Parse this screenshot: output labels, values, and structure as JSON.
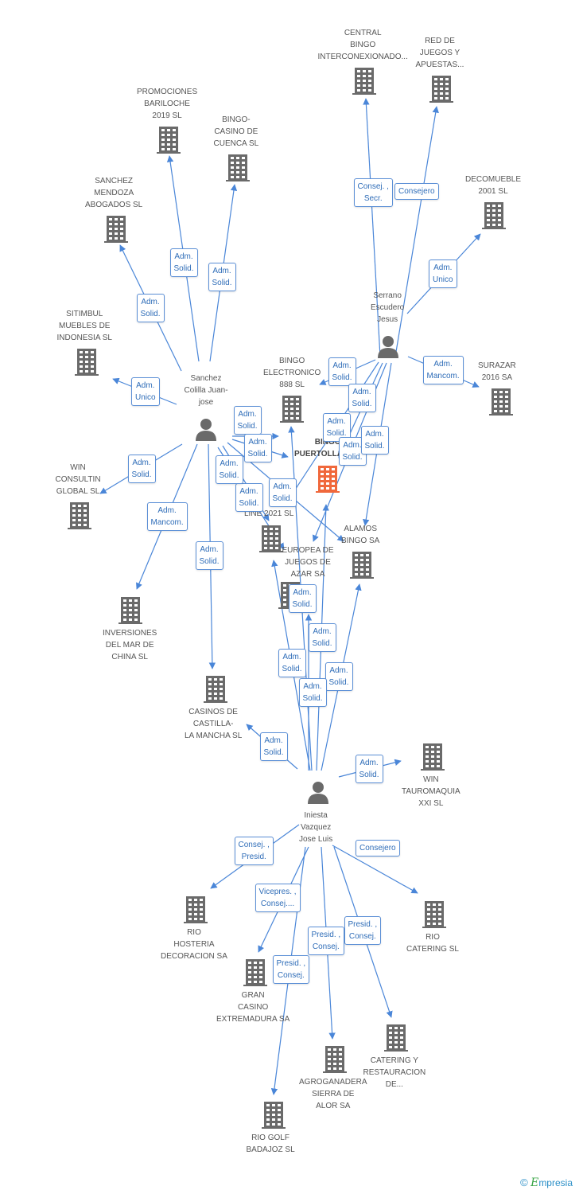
{
  "nodes": [
    {
      "id": "center",
      "type": "company",
      "label": "BINGO\nPUERTOLLANO...",
      "highlight": true
    },
    {
      "id": "sanchez",
      "type": "person",
      "label": "Sanchez\nColilla Juan-\njose"
    },
    {
      "id": "serrano",
      "type": "person",
      "label": "Serrano\nEscudero\nJesus"
    },
    {
      "id": "iniesta",
      "type": "person",
      "label": "Iniesta\nVazquez\nJose Luis"
    },
    {
      "id": "central_bingo",
      "type": "company",
      "label": "CENTRAL\nBINGO\nINTERCONEXIONADO..."
    },
    {
      "id": "red_juegos",
      "type": "company",
      "label": "RED DE\nJUEGOS Y\nAPUESTAS..."
    },
    {
      "id": "promociones",
      "type": "company",
      "label": "PROMOCIONES\nBARILOCHE\n2019 SL"
    },
    {
      "id": "bingo_cuenca",
      "type": "company",
      "label": "BINGO-\nCASINO DE\nCUENCA SL"
    },
    {
      "id": "decomueble",
      "type": "company",
      "label": "DECOMUEBLE\n2001 SL"
    },
    {
      "id": "sanchez_mendoza",
      "type": "company",
      "label": "SANCHEZ\nMENDOZA\nABOGADOS SL"
    },
    {
      "id": "sitimbul",
      "type": "company",
      "label": "SITIMBUL\nMUEBLES DE\nINDONESIA SL"
    },
    {
      "id": "bingo_electronico",
      "type": "company",
      "label": "BINGO\nELECTRONICO\n888 SL"
    },
    {
      "id": "surazar",
      "type": "company",
      "label": "SURAZAR\n2016 SA"
    },
    {
      "id": "win_consultin",
      "type": "company",
      "label": "WIN\nCONSULTIN\nGLOBAL SL"
    },
    {
      "id": "line_2021",
      "type": "company",
      "label": "LINE 2021 SL"
    },
    {
      "id": "alamos",
      "type": "company",
      "label": "ALAMOS\nBINGO SA"
    },
    {
      "id": "europea",
      "type": "company",
      "label": "EUROPEA DE\nJUEGOS DE\nAZAR SA"
    },
    {
      "id": "inversiones",
      "type": "company",
      "label": "INVERSIONES\nDEL MAR DE\nCHINA SL"
    },
    {
      "id": "casinos_castilla",
      "type": "company",
      "label": "CASINOS DE\nCASTILLA-\nLA MANCHA  SL"
    },
    {
      "id": "win_tauromaquia",
      "type": "company",
      "label": "WIN\nTAUROMAQUIA\nXXI SL"
    },
    {
      "id": "rio_hosteria",
      "type": "company",
      "label": "RIO\nHOSTERIA\nDECORACION SA"
    },
    {
      "id": "rio_catering",
      "type": "company",
      "label": "RIO\nCATERING SL"
    },
    {
      "id": "gran_casino",
      "type": "company",
      "label": "GRAN\nCASINO\nEXTREMADURA SA"
    },
    {
      "id": "catering_rest",
      "type": "company",
      "label": "CATERING Y\nRESTAURACION\nDE..."
    },
    {
      "id": "agroganadera",
      "type": "company",
      "label": "AGROGANADERA\nSIERRA DE\nALOR SA"
    },
    {
      "id": "rio_golf",
      "type": "company",
      "label": "RIO GOLF\nBADAJOZ SL"
    }
  ],
  "edges": [
    {
      "from": "serrano",
      "to": "central_bingo",
      "label": "Consej. ,\nSecr."
    },
    {
      "from": "serrano",
      "to": "red_juegos",
      "label": "Consejero"
    },
    {
      "from": "serrano",
      "to": "decomueble",
      "label": "Adm.\nUnico"
    },
    {
      "from": "serrano",
      "to": "surazar",
      "label": "Adm.\nMancom."
    },
    {
      "from": "serrano",
      "to": "bingo_electronico",
      "label": "Adm.\nSolid."
    },
    {
      "from": "serrano",
      "to": "line_2021",
      "label": "Adm.\nSolid."
    },
    {
      "from": "serrano",
      "to": "center",
      "label": "Adm.\nSolid."
    },
    {
      "from": "serrano",
      "to": "europea",
      "label": "Adm.\nSolid."
    },
    {
      "from": "serrano",
      "to": "alamos",
      "label": "Adm.\nSolid."
    },
    {
      "from": "sanchez",
      "to": "promociones",
      "label": "Adm.\nSolid."
    },
    {
      "from": "sanchez",
      "to": "bingo_cuenca",
      "label": "Adm.\nSolid."
    },
    {
      "from": "sanchez",
      "to": "sanchez_mendoza",
      "label": "Adm.\nSolid."
    },
    {
      "from": "sanchez",
      "to": "sitimbul",
      "label": "Adm.\nUnico"
    },
    {
      "from": "sanchez",
      "to": "win_consultin",
      "label": "Adm.\nSolid."
    },
    {
      "from": "sanchez",
      "to": "inversiones",
      "label": "Adm.\nMancom."
    },
    {
      "from": "sanchez",
      "to": "casinos_castilla",
      "label": "Adm.\nSolid."
    },
    {
      "from": "sanchez",
      "to": "bingo_electronico",
      "label": "Adm.\nSolid."
    },
    {
      "from": "sanchez",
      "to": "center",
      "label": "Adm.\nSolid."
    },
    {
      "from": "sanchez",
      "to": "line_2021",
      "label": "Adm.\nSolid."
    },
    {
      "from": "sanchez",
      "to": "europea",
      "label": "Adm.\nSolid."
    },
    {
      "from": "sanchez",
      "to": "alamos",
      "label": "Adm.\nSolid."
    },
    {
      "from": "iniesta",
      "to": "line_2021",
      "label": "Adm.\nSolid."
    },
    {
      "from": "iniesta",
      "to": "bingo_electronico",
      "label": "Adm.\nSolid."
    },
    {
      "from": "iniesta",
      "to": "center",
      "label": "Adm.\nSolid."
    },
    {
      "from": "iniesta",
      "to": "europea",
      "label": "Adm.\nSolid."
    },
    {
      "from": "iniesta",
      "to": "alamos",
      "label": "Adm.\nSolid."
    },
    {
      "from": "iniesta",
      "to": "casinos_castilla",
      "label": "Adm.\nSolid."
    },
    {
      "from": "iniesta",
      "to": "win_tauromaquia",
      "label": "Adm.\nSolid."
    },
    {
      "from": "iniesta",
      "to": "rio_hosteria",
      "label": "Consej. ,\nPresid."
    },
    {
      "from": "iniesta",
      "to": "rio_catering",
      "label": "Consejero"
    },
    {
      "from": "iniesta",
      "to": "gran_casino",
      "label": "Vicepres. ,\nConsej...."
    },
    {
      "from": "iniesta",
      "to": "catering_rest",
      "label": "Presid. ,\nConsej."
    },
    {
      "from": "iniesta",
      "to": "agroganadera",
      "label": "Presid. ,\nConsej."
    },
    {
      "from": "iniesta",
      "to": "rio_golf",
      "label": "Presid. ,\nConsej."
    }
  ],
  "colors": {
    "edge": "#4a86d8",
    "edge_label_text": "#2f6db8",
    "building": "#6a6a6a",
    "center_building": "#f0683c",
    "person": "#6a6a6a"
  },
  "footer": {
    "copyright_symbol": "©",
    "brand_initial": "E",
    "brand_rest": "mpresia"
  }
}
